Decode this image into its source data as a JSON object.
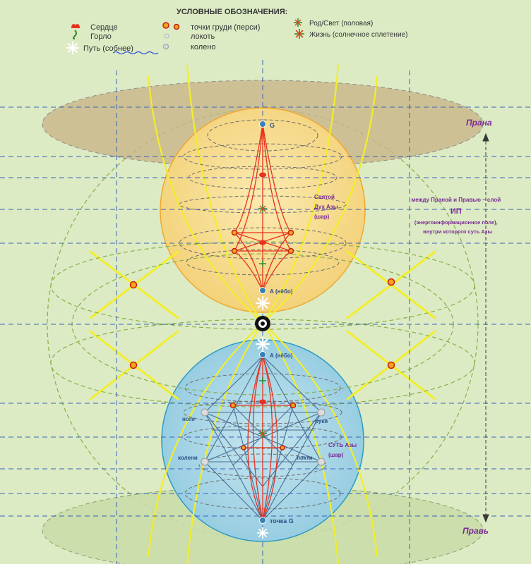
{
  "legend": {
    "title": "УСЛОВНЫЕ ОБОЗНАЧЕНИЯ:",
    "items": [
      {
        "icon": "heart-icon",
        "label": "Сердце"
      },
      {
        "icon": "throat-icon",
        "label": "Горло"
      },
      {
        "icon": "path-star-icon",
        "label": "Путь (собнее)"
      },
      {
        "icon": "breast-points-icon",
        "label": "точки груди (перси)"
      },
      {
        "icon": "elbow-dot-icon",
        "label": "локоть"
      },
      {
        "icon": "knee-dot-icon",
        "label": "колено"
      },
      {
        "icon": "rod-svet-icon",
        "label": "Род/Свет (половая)"
      },
      {
        "icon": "life-icon",
        "label": "Жизнь (солнечное сплетение)"
      }
    ]
  },
  "labels": {
    "prana": "Прана",
    "prav": "Правь",
    "g_top": "G",
    "a_upper": "А (нёбо)",
    "a_lower": "А (нёбо)",
    "point_g": "точка G",
    "spirit": [
      "Святой",
      "Дух Азы",
      "(шар)"
    ],
    "essence": [
      "СУТЬ Азы",
      "(шар)"
    ],
    "legs": "ноги",
    "arms": "руки",
    "knees": "колени",
    "elbows": "локти",
    "between": [
      "между Праной и Правью – слой",
      "ИП",
      "(энергоинформационное поле),",
      "внутри которого суть Азы"
    ]
  },
  "colors": {
    "background": "#dcebc4",
    "prana_disc": "#c9b58a",
    "prav_disc": "#c9dda8",
    "spirit_sphere": "#f6dc8e",
    "essence_sphere": "#a9d6e6",
    "red_lines": "#e8321e",
    "blue_lines": "#4a6f95",
    "yellow_rays": "#f2ee2b",
    "grid_dash": "#3a63b8",
    "label_purple": "#7a2a95",
    "label_blue": "#2b4f8a"
  }
}
